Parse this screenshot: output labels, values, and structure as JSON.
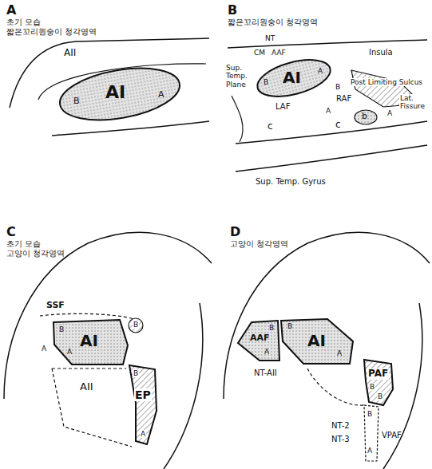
{
  "diagram": {
    "nodes": [
      {
        "text": [
          "AI",
          "B",
          "A"
        ]
      },
      {
        "text": [
          "AI",
          "B",
          "A"
        ]
      },
      {
        "text": [
          "AI",
          "B",
          "A"
        ]
      },
      {
        "text": [
          "EP",
          "B",
          "A"
        ]
      },
      {
        "text": [
          "AAF",
          "B",
          "A"
        ]
      },
      {
        "text": [
          "AI",
          "B",
          "A"
        ]
      },
      {
        "text": [
          "PAF",
          "B",
          "B"
        ]
      }
    ],
    "labels": [
      "A",
      "초기 모습",
      "짧은꼬리원숭이 청각영역",
      "AII",
      "B",
      "짧은꼬리원숭이 청각영역",
      "NT",
      "CM",
      "AAF",
      "Insula",
      "Post Limiting Sulcus",
      "Sup. Temp. Plane",
      "RAF",
      "B",
      "A",
      "LAF",
      "b",
      "A",
      "c",
      "c",
      "Lat. Fissure",
      "Sup. Temp. Gyrus",
      "C",
      "초기 모습",
      "고양이 청각영역",
      "SSF",
      "B",
      "AII",
      "A",
      "D",
      "고양이 청각영역",
      "NT-AII",
      "NT-2",
      "NT-3",
      "VPAF",
      "B",
      "A"
    ]
  }
}
